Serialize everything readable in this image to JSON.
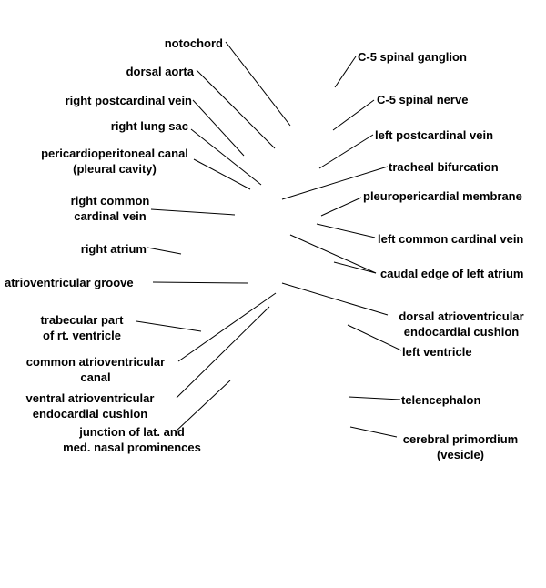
{
  "labels": {
    "notochord": "notochord",
    "dorsal_aorta": "dorsal aorta",
    "right_postcardinal_vein": "right postcardinal vein",
    "right_lung_sac": "right lung sac",
    "pericardioperitoneal_canal_1": "pericardioperitoneal canal",
    "pericardioperitoneal_canal_2": "(pleural cavity)",
    "right_common_cardinal_vein_1": "right common",
    "right_common_cardinal_vein_2": "cardinal vein",
    "right_atrium": "right atrium",
    "atrioventricular_groove": "atrioventricular groove",
    "trabecular_1": "trabecular part",
    "trabecular_2": "of rt. ventricle",
    "common_av_canal_1": "common atrioventricular",
    "common_av_canal_2": "canal",
    "ventral_av_cushion_1": "ventral atrioventricular",
    "ventral_av_cushion_2": "endocardial cushion",
    "junction_1": "junction of lat. and",
    "junction_2": "med. nasal prominences",
    "c5_spinal_ganglion": "C-5 spinal ganglion",
    "c5_spinal_nerve": "C-5 spinal nerve",
    "left_postcardinal_vein": "left postcardinal vein",
    "tracheal_bifurcation": "tracheal bifurcation",
    "pleuropericardial_membrane": "pleuropericardial membrane",
    "left_common_cardinal_vein": "left common cardinal vein",
    "caudal_edge_left_atrium": "caudal edge of left atrium",
    "dorsal_av_cushion_1": "dorsal atrioventricular",
    "dorsal_av_cushion_2": "endocardial cushion",
    "left_ventricle": "left ventricle",
    "telencephalon": "telencephalon",
    "cerebral_primordium_1": "cerebral primordium",
    "cerebral_primordium_2": "(vesicle)"
  }
}
